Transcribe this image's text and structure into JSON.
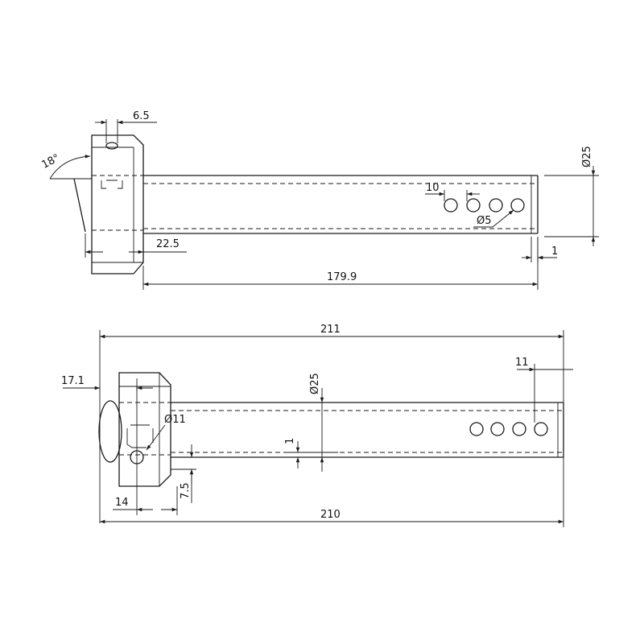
{
  "top_view": {
    "dims": {
      "d1": "6.5",
      "d2": "18°",
      "d3": "Ø25",
      "d4": "10",
      "d5": "Ø5",
      "d6": "22.5",
      "d7": "1",
      "d8": "179.9"
    }
  },
  "side_view": {
    "dims": {
      "d1": "211",
      "d2": "17.1",
      "d3": "Ø25",
      "d4": "11",
      "d5": "Ø11",
      "d6": "1",
      "d7": "7.5",
      "d8": "14",
      "d9": "210"
    }
  }
}
